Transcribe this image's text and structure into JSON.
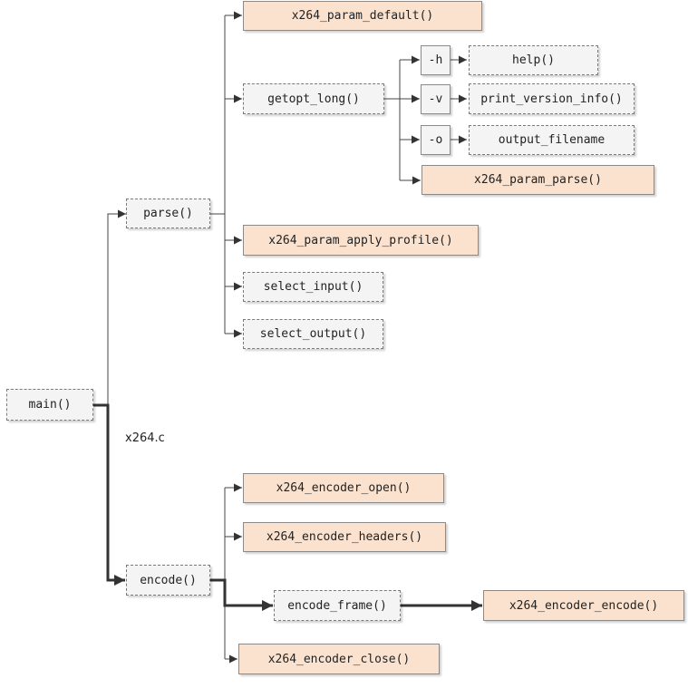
{
  "nodes": {
    "main": "main()",
    "file_label": "x264.c",
    "parse": "parse()",
    "x264_param_default": "x264_param_default()",
    "getopt_long": "getopt_long()",
    "opt_h": "-h",
    "opt_v": "-v",
    "opt_o": "-o",
    "help": "help()",
    "print_version_info": "print_version_info()",
    "output_filename": "output_filename",
    "x264_param_parse": "x264_param_parse()",
    "x264_param_apply_profile": "x264_param_apply_profile()",
    "select_input": "select_input()",
    "select_output": "select_output()",
    "encode": "encode()",
    "x264_encoder_open": "x264_encoder_open()",
    "x264_encoder_headers": "x264_encoder_headers()",
    "encode_frame": "encode_frame()",
    "x264_encoder_encode": "x264_encoder_encode()",
    "x264_encoder_close": "x264_encoder_close()"
  },
  "colors": {
    "library_function_fill": "#fbe2cf",
    "program_function_fill": "#f4f4f4",
    "line": "#333333"
  }
}
